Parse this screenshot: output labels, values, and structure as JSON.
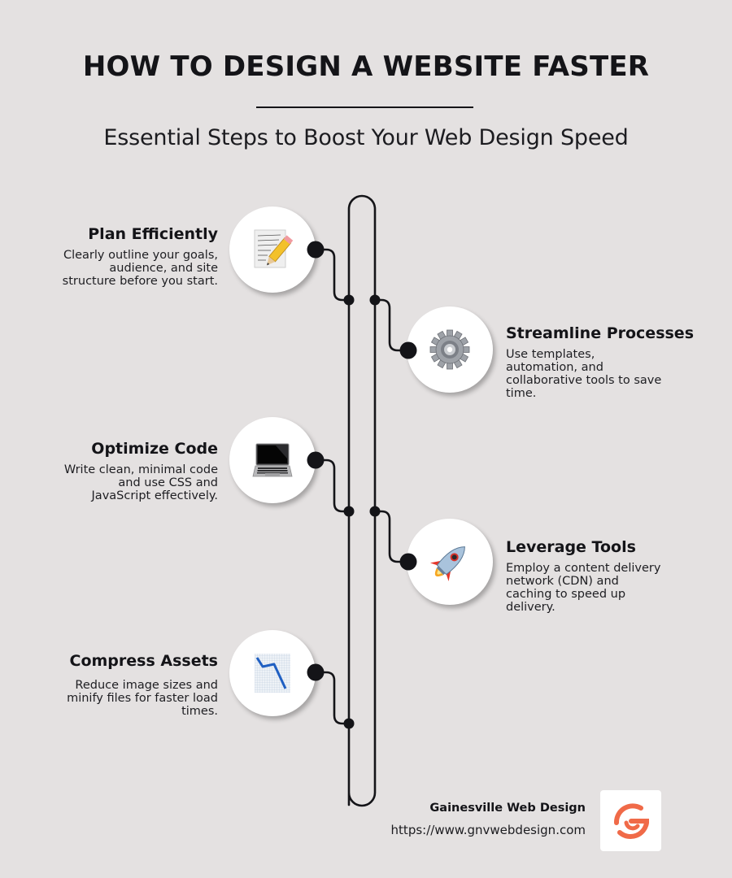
{
  "header": {
    "title": "HOW TO DESIGN A WEBSITE FASTER",
    "subtitle": "Essential Steps to Boost Your Web Design Speed"
  },
  "steps": [
    {
      "title": "Plan Efficiently",
      "description": "Clearly outline your goals, audience, and site structure before you start.",
      "desc_lines": [
        "Clearly outline your goals,",
        "audience, and site",
        "structure before you start."
      ],
      "icon": "memo-pencil-icon",
      "side": "left"
    },
    {
      "title": "Streamline Processes",
      "description": "Use templates, automation, and collaborative tools to save time.",
      "desc_lines": [
        "Use templates,",
        "automation, and",
        "collaborative tools to save",
        "time."
      ],
      "icon": "gear-icon",
      "side": "right"
    },
    {
      "title": "Optimize Code",
      "description": "Write clean, minimal code and use CSS and JavaScript effectively.",
      "desc_lines": [
        "Write clean, minimal code",
        "and use CSS and",
        "JavaScript effectively."
      ],
      "icon": "laptop-icon",
      "side": "left"
    },
    {
      "title": "Leverage Tools",
      "description": "Employ a content delivery network (CDN) and caching to speed up delivery.",
      "desc_lines": [
        "Employ a content delivery",
        "network (CDN) and",
        "caching to speed up",
        "delivery."
      ],
      "icon": "rocket-icon",
      "side": "right"
    },
    {
      "title": "Compress Assets",
      "description": "Reduce image sizes and minify files for faster load times.",
      "desc_lines": [
        "Reduce image sizes and",
        "minify files for faster load",
        "times."
      ],
      "icon": "chart-decreasing-icon",
      "side": "left"
    }
  ],
  "footer": {
    "company": "Gainesville Web Design",
    "url": "https://www.gnvwebdesign.com",
    "logo_icon": "gnv-logo-icon"
  },
  "colors": {
    "background": "#e4e1e1",
    "text": "#141418",
    "line": "#141418",
    "logo_accent": "#f06a48",
    "circle": "#ffffff"
  }
}
